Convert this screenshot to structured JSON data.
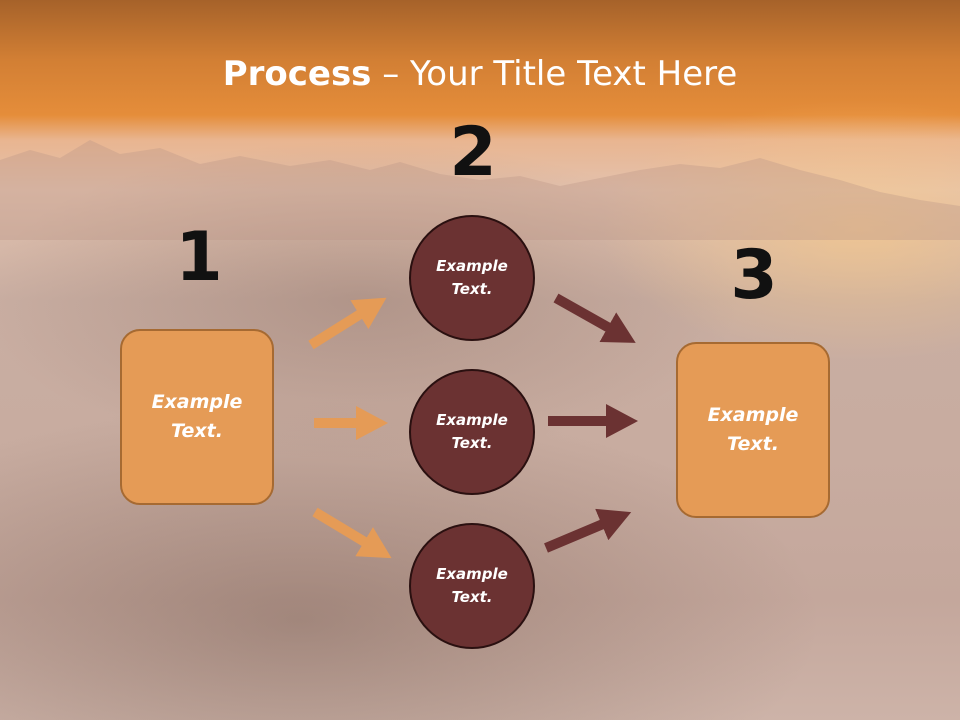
{
  "slide": {
    "title_bold": "Process",
    "title_rest": " – Your Title Text Here"
  },
  "steps": {
    "one": {
      "number": "1",
      "text": "Example Text."
    },
    "two": {
      "number": "2"
    },
    "three": {
      "number": "3",
      "text": "Example Text."
    }
  },
  "circles": [
    {
      "text": "Example Text."
    },
    {
      "text": "Example Text."
    },
    {
      "text": "Example Text."
    }
  ],
  "colors": {
    "box_fill": "#e59b56",
    "circle_fill": "#6b3232",
    "arrow_in": "#e59b56",
    "arrow_out": "#6b3232"
  }
}
